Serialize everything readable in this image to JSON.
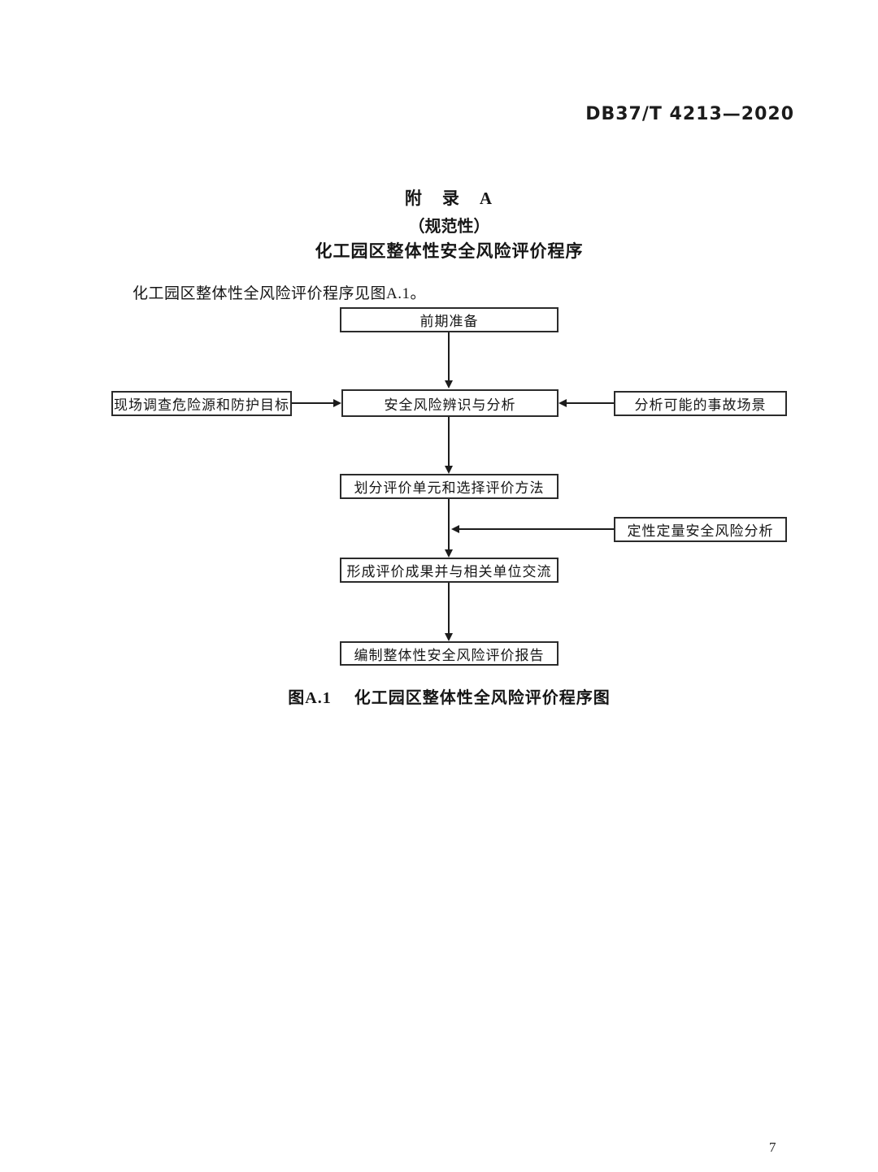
{
  "page": {
    "standard_code": "DB37/T 4213—2020",
    "page_number": "7"
  },
  "appendix": {
    "label": "附　录　A",
    "normative": "（规范性）",
    "title": "化工园区整体性安全风险评价程序",
    "intro": "化工园区整体性全风险评价程序见图A.1。"
  },
  "figure": {
    "label": "图A.1",
    "title": "化工园区整体性全风险评价程序图"
  },
  "flowchart": {
    "nodes": {
      "preparation": "前期准备",
      "site_survey": "现场调查危险源和防护目标",
      "identification": "安全风险辨识与分析",
      "scenarios": "分析可能的事故场景",
      "unit_method": "划分评价单元和选择评价方法",
      "qual_quant": "定性定量安全风险分析",
      "results": "形成评价成果并与相关单位交流",
      "report": "编制整体性安全风险评价报告"
    }
  }
}
